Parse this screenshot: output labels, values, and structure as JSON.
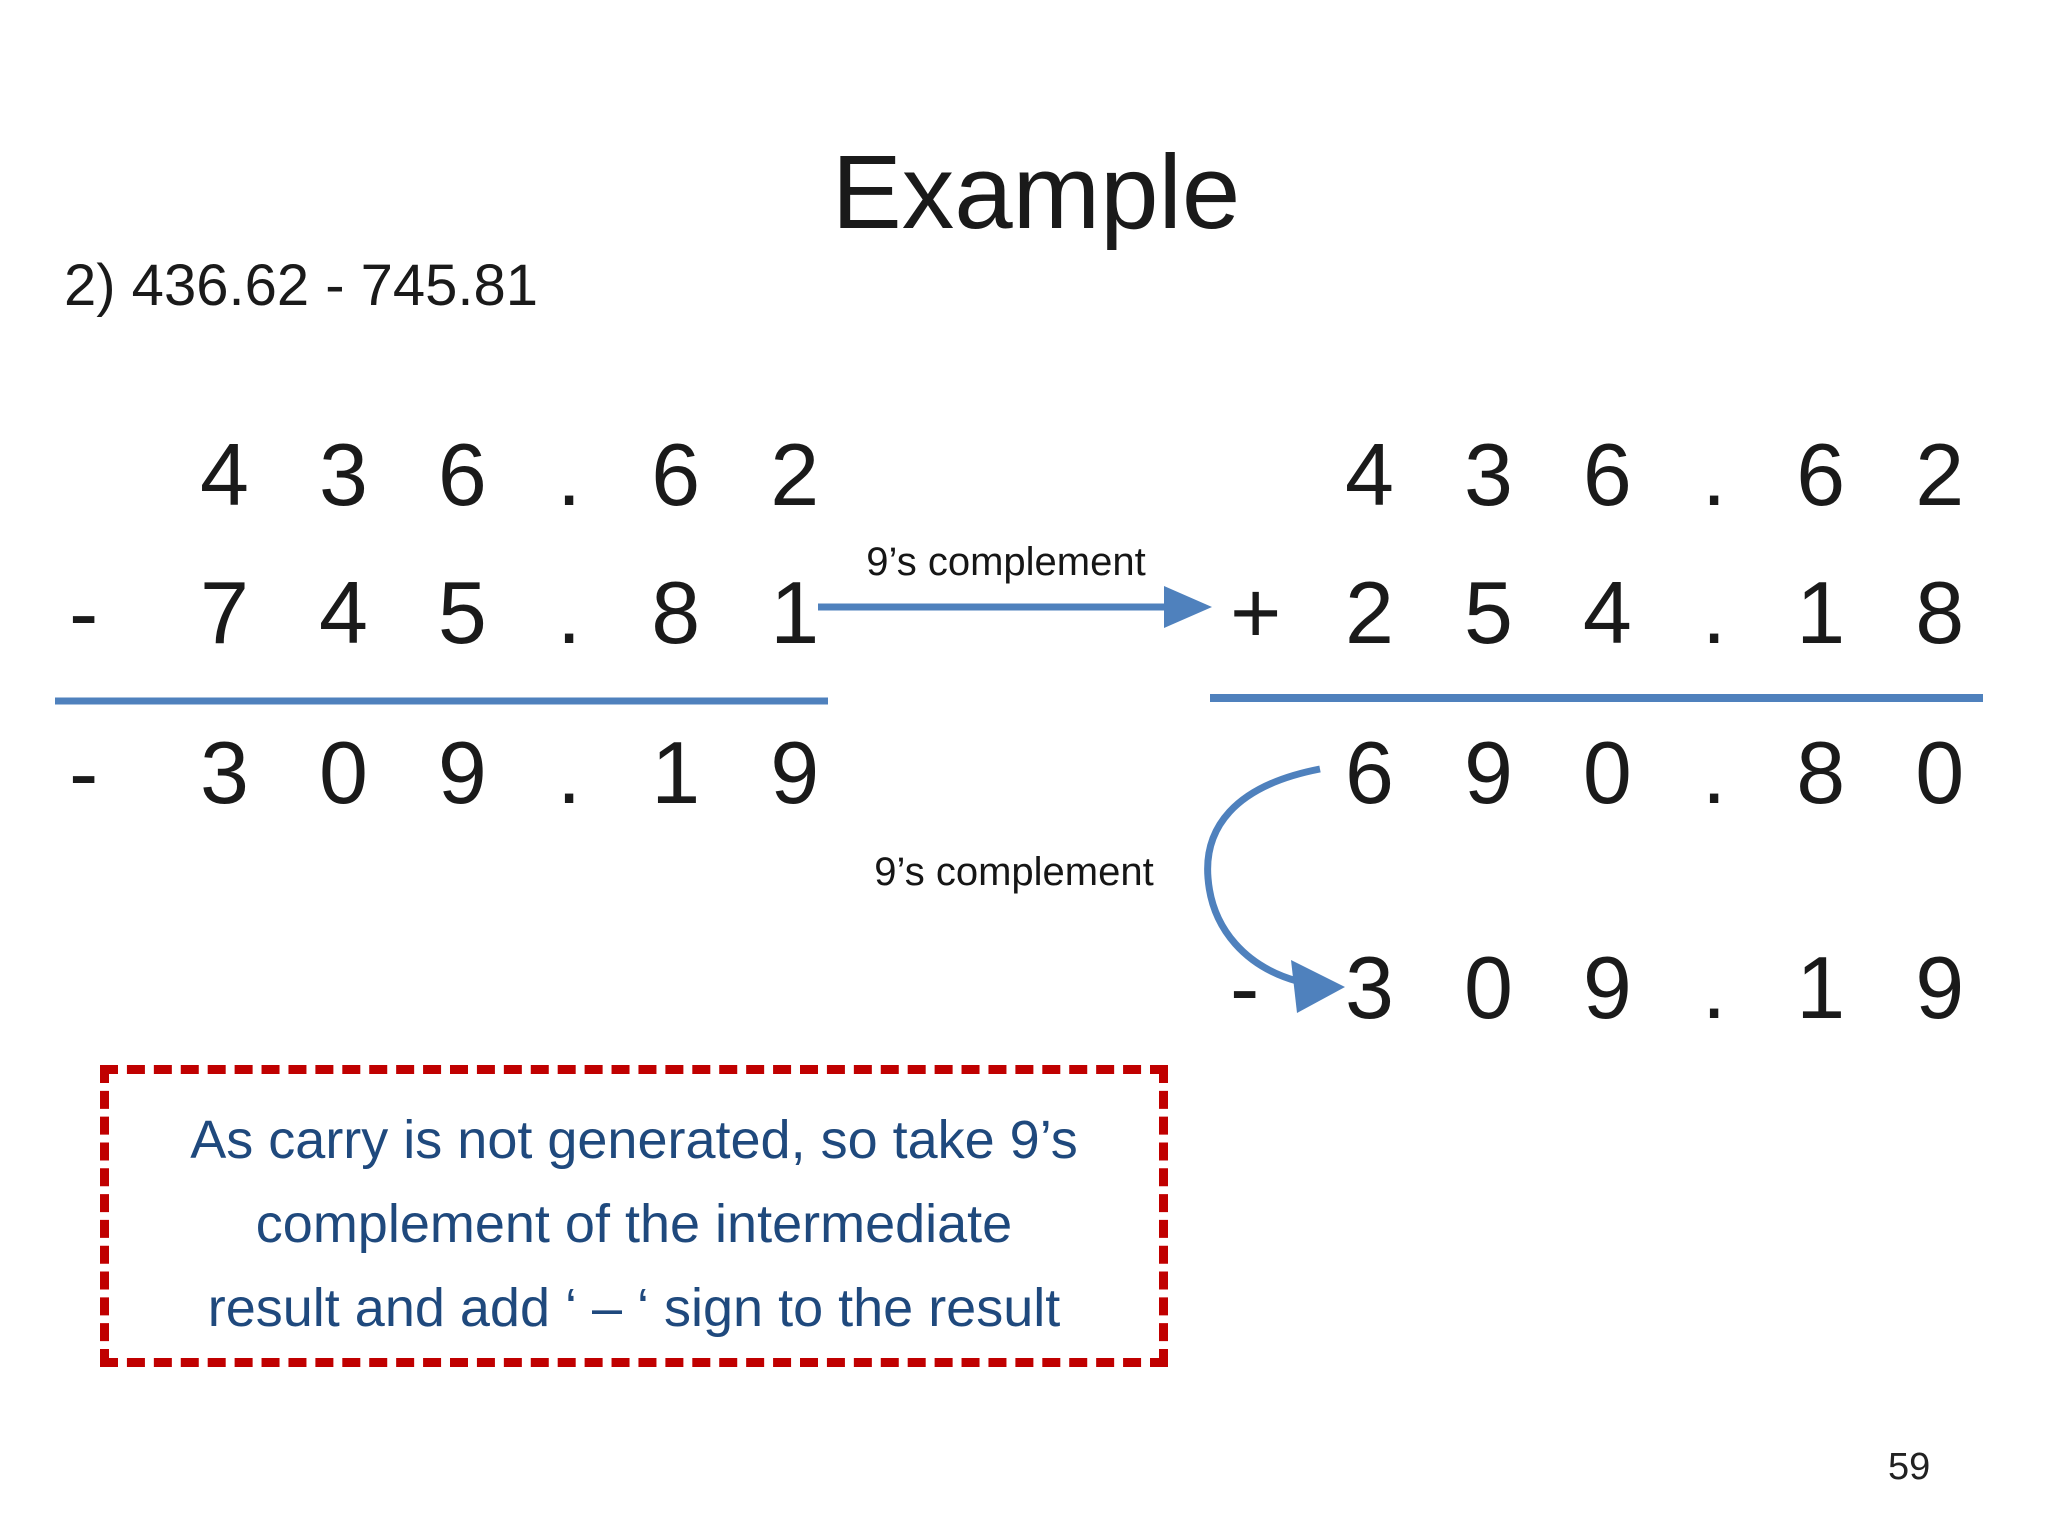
{
  "slide": {
    "title": "Example",
    "subtitle": "2) 436.62 - 745.81",
    "page_number": "59",
    "colors": {
      "accent_blue": "#4f81bd",
      "note_border_red": "#c00000",
      "note_text_blue": "#1f497d",
      "text_black": "#1a1a1a"
    },
    "left_work": {
      "operand1_sign": "",
      "operand1": "436.62",
      "operand2_sign": "-",
      "operand2": "745.81",
      "result_sign": "-",
      "result": "309.19"
    },
    "right_work": {
      "operand1_sign": "",
      "operand1": "436.62",
      "operand2_sign": "+",
      "operand2": "254.18",
      "intermediate_sign": "",
      "intermediate": "690.80",
      "result_sign": "-",
      "result": "309.19"
    },
    "arrow1_label": "9’s complement",
    "arrow2_label": "9’s complement",
    "note": {
      "line1": "As carry is not generated, so take 9’s",
      "line2": "complement of the intermediate",
      "line3": "result and add ‘ – ‘ sign to the result"
    }
  }
}
